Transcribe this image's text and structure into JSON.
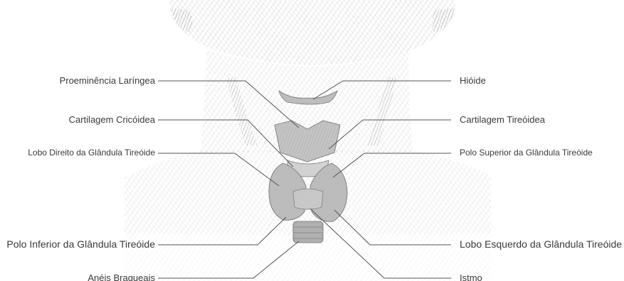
{
  "labels": {
    "left": {
      "proeminencia": "Proeminência Laríngea",
      "cricoidea": "Cartilagem Cricóidea",
      "lobo_direito": "Lobo Direito da Glândula Tireóide",
      "polo_inferior": "Polo Inferior da Glândula Tireóide",
      "aneis": "Anéis Braqueais"
    },
    "right": {
      "hioide": "Hióide",
      "tireoidea": "Cartilagem Tireóidea",
      "polo_superior": "Polo Superior da Glândula Tireóide",
      "lobo_esquerdo": "Lobo Esquerdo da Glândula Tireóide",
      "istmo": "Istmo"
    }
  },
  "colors": {
    "line": "#555555",
    "sketch": "#7a7a7a",
    "thyroid": "#b9b9b9",
    "thyroid_dark": "#8a8a8a"
  }
}
